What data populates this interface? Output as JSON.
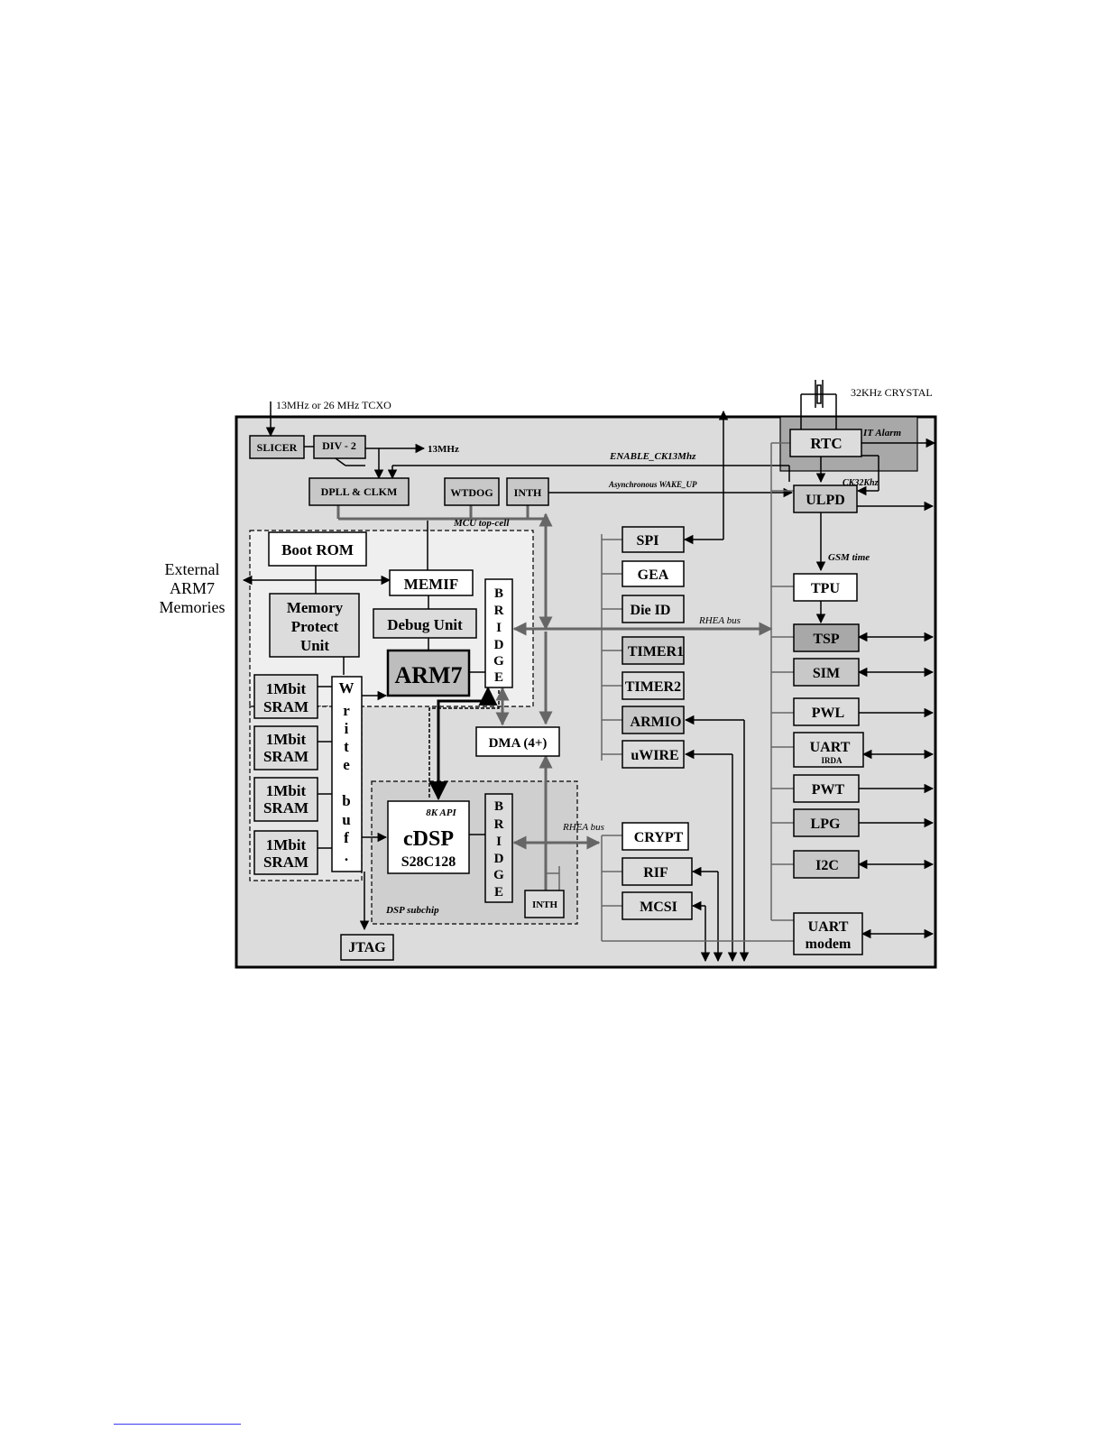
{
  "external": {
    "line1": "External",
    "line2": "ARM7",
    "line3": "Memories"
  },
  "clock_input": "13MHz or 26 MHz TCXO",
  "crystal": "32KHz CRYSTAL",
  "signals": {
    "mhz13": "13MHz",
    "enable_ck13": "ENABLE_CK13Mhz",
    "async_wake": "Asynchronous WAKE_UP",
    "it_alarm": "IT Alarm",
    "ck32": "CK32Khz",
    "gsm_time": "GSM time",
    "rhea_bus_top": "RHEA  bus",
    "rhea_bus_dsp": "RHEA  bus"
  },
  "regions": {
    "mcu": "MCU top-cell",
    "dsp": "DSP subchip"
  },
  "blocks": {
    "slicer": "SLICER",
    "div2": "DIV - 2",
    "dpll": "DPLL & CLKM",
    "wtdog": "WTDOG",
    "inth_top": "INTH",
    "boot_rom": "Boot ROM",
    "memif": "MEMIF",
    "mpu": [
      "Memory",
      "Protect",
      "Unit"
    ],
    "debug": "Debug Unit",
    "arm7": "ARM7",
    "bridge_mcu": [
      "B",
      "R",
      "I",
      "D",
      "G",
      "E"
    ],
    "sram": [
      "1Mbit",
      "SRAM"
    ],
    "write_buf": [
      "W",
      "r",
      "i",
      "t",
      "e",
      "b",
      "u",
      "f",
      "."
    ],
    "dma": "DMA (4+)",
    "api": "8K API",
    "cdsp": "cDSP",
    "cdsp_model": "S28C128",
    "bridge_dsp": [
      "B",
      "R",
      "I",
      "D",
      "G",
      "E"
    ],
    "inth_dsp": "INTH",
    "jtag": "JTAG",
    "spi": "SPI",
    "gea": "GEA",
    "die_id": "Die ID",
    "timer1": "TIMER1",
    "timer2": "TIMER2",
    "armio": "ARMIO",
    "uwire": "uWIRE",
    "crypt": "CRYPT",
    "rif": "RIF",
    "mcsi": "MCSI",
    "rtc": "RTC",
    "ulpd": "ULPD",
    "tpu": "TPU",
    "tsp": "TSP",
    "sim": "SIM",
    "pwl": "PWL",
    "uart": "UART",
    "irda": "IRDA",
    "pwt": "PWT",
    "lpg": "LPG",
    "i2c": "I2C",
    "uart_modem": [
      "UART",
      "modem"
    ]
  }
}
